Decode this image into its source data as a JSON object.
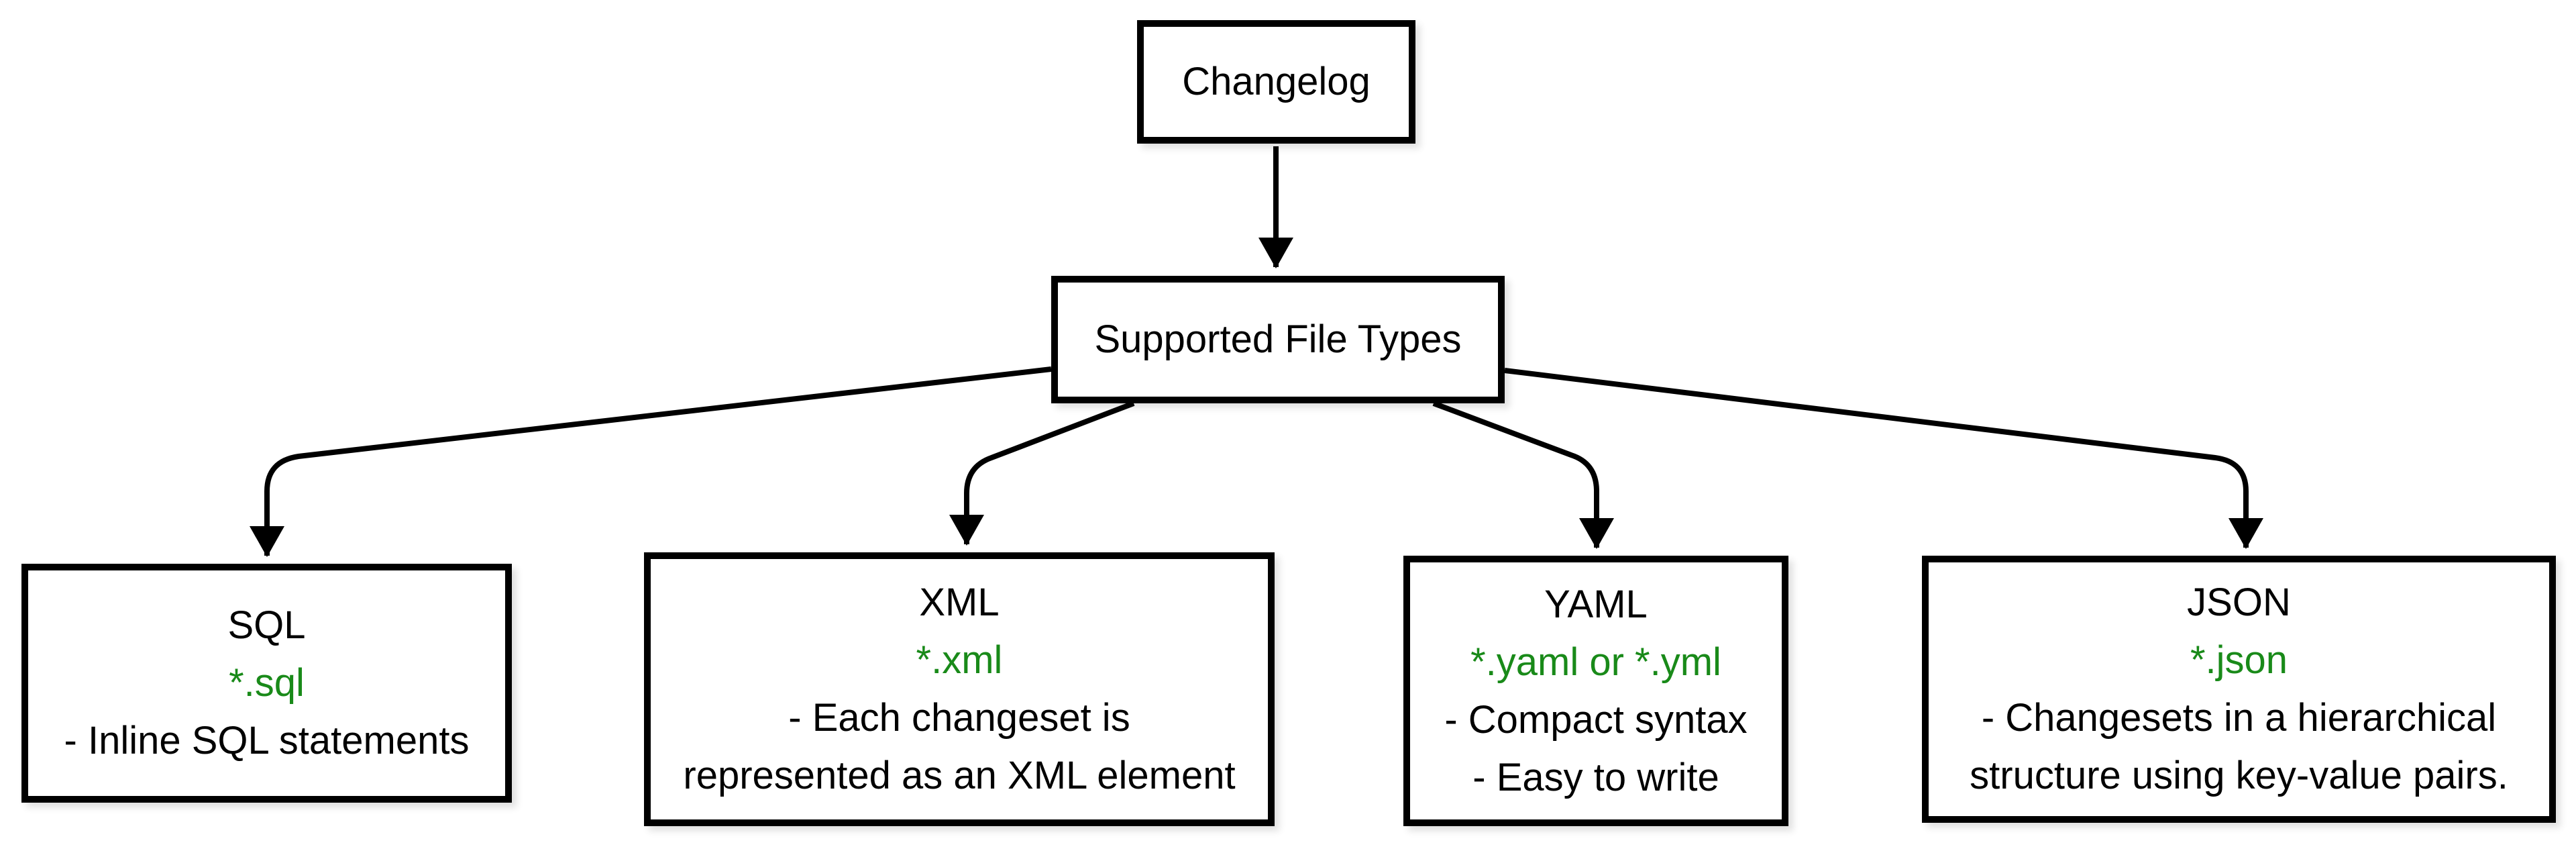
{
  "diagram": {
    "root": {
      "label": "Changelog"
    },
    "hub": {
      "label": "Supported File Types"
    },
    "types": [
      {
        "id": "sql",
        "title": "SQL",
        "pattern": "*.sql",
        "desc_lines": [
          "- Inline SQL statements"
        ]
      },
      {
        "id": "xml",
        "title": "XML",
        "pattern": "*.xml",
        "desc_lines": [
          "- Each changeset is",
          "represented as an XML element"
        ]
      },
      {
        "id": "yaml",
        "title": "YAML",
        "pattern": "*.yaml or *.yml",
        "desc_lines": [
          "- Compact syntax",
          "- Easy to write"
        ]
      },
      {
        "id": "json",
        "title": "JSON",
        "pattern": "*.json",
        "desc_lines": [
          "- Changesets in a hierarchical",
          "structure using key-value pairs."
        ]
      }
    ],
    "colors": {
      "accent_green": "#198a19",
      "line_black": "#000000",
      "box_background": "#ffffff"
    }
  }
}
